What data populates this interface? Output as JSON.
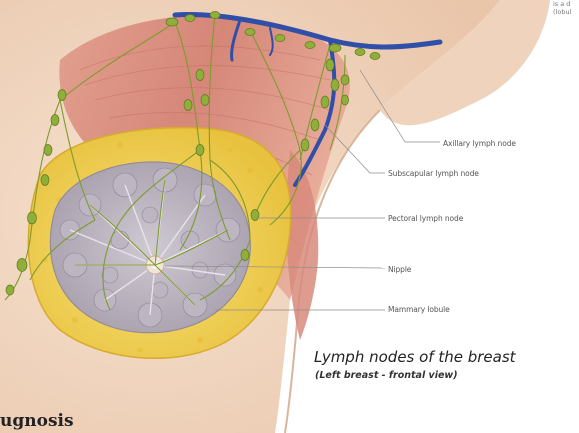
{
  "labels": {
    "axillary": "Axillary lymph node",
    "subscapular": "Subscapular lymph node",
    "pectoral": "Pectoral lymph node",
    "nipple": "Nipple",
    "lobule": "Mammary lobule"
  },
  "caption": {
    "title": "Lymph nodes of the breast",
    "subtitle": "(Left breast - frontal view)"
  },
  "heading_fragment": "ugnosis",
  "corner_text": [
    "is a d",
    "(lobul"
  ],
  "colors": {
    "skin": "#f2d9c4",
    "muscle": "#d98a7c",
    "fat": "#f2d35a",
    "lobule": "#b9b2bd",
    "lymph": "#8aa83a",
    "vein": "#2f4fa8"
  }
}
